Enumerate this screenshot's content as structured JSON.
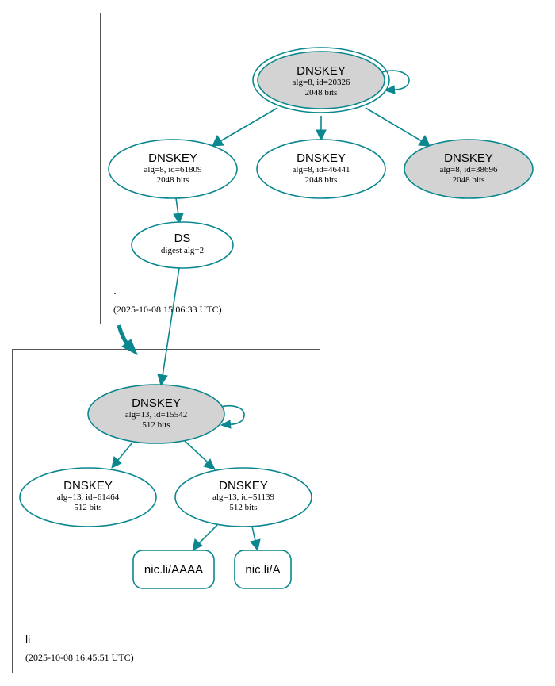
{
  "zones": {
    "root": {
      "name": ".",
      "timestamp": "(2025-10-08 15:06:33 UTC)"
    },
    "li": {
      "name": "li",
      "timestamp": "(2025-10-08 16:45:51 UTC)"
    }
  },
  "nodes": {
    "root_ksk": {
      "title": "DNSKEY",
      "line1": "alg=8, id=20326",
      "line2": "2048 bits"
    },
    "root_zsk1": {
      "title": "DNSKEY",
      "line1": "alg=8, id=61809",
      "line2": "2048 bits"
    },
    "root_zsk2": {
      "title": "DNSKEY",
      "line1": "alg=8, id=46441",
      "line2": "2048 bits"
    },
    "root_zsk3": {
      "title": "DNSKEY",
      "line1": "alg=8, id=38696",
      "line2": "2048 bits"
    },
    "ds": {
      "title": "DS",
      "line1": "digest alg=2"
    },
    "li_ksk": {
      "title": "DNSKEY",
      "line1": "alg=13, id=15542",
      "line2": "512 bits"
    },
    "li_zsk1": {
      "title": "DNSKEY",
      "line1": "alg=13, id=61464",
      "line2": "512 bits"
    },
    "li_zsk2": {
      "title": "DNSKEY",
      "line1": "alg=13, id=51139",
      "line2": "512 bits"
    },
    "rr_aaaa": {
      "title": "nic.li/AAAA"
    },
    "rr_a": {
      "title": "nic.li/A"
    }
  },
  "colors": {
    "edge": "#0a878f",
    "node_fill_grey": "#d3d3d3",
    "node_fill_white": "#ffffff"
  }
}
